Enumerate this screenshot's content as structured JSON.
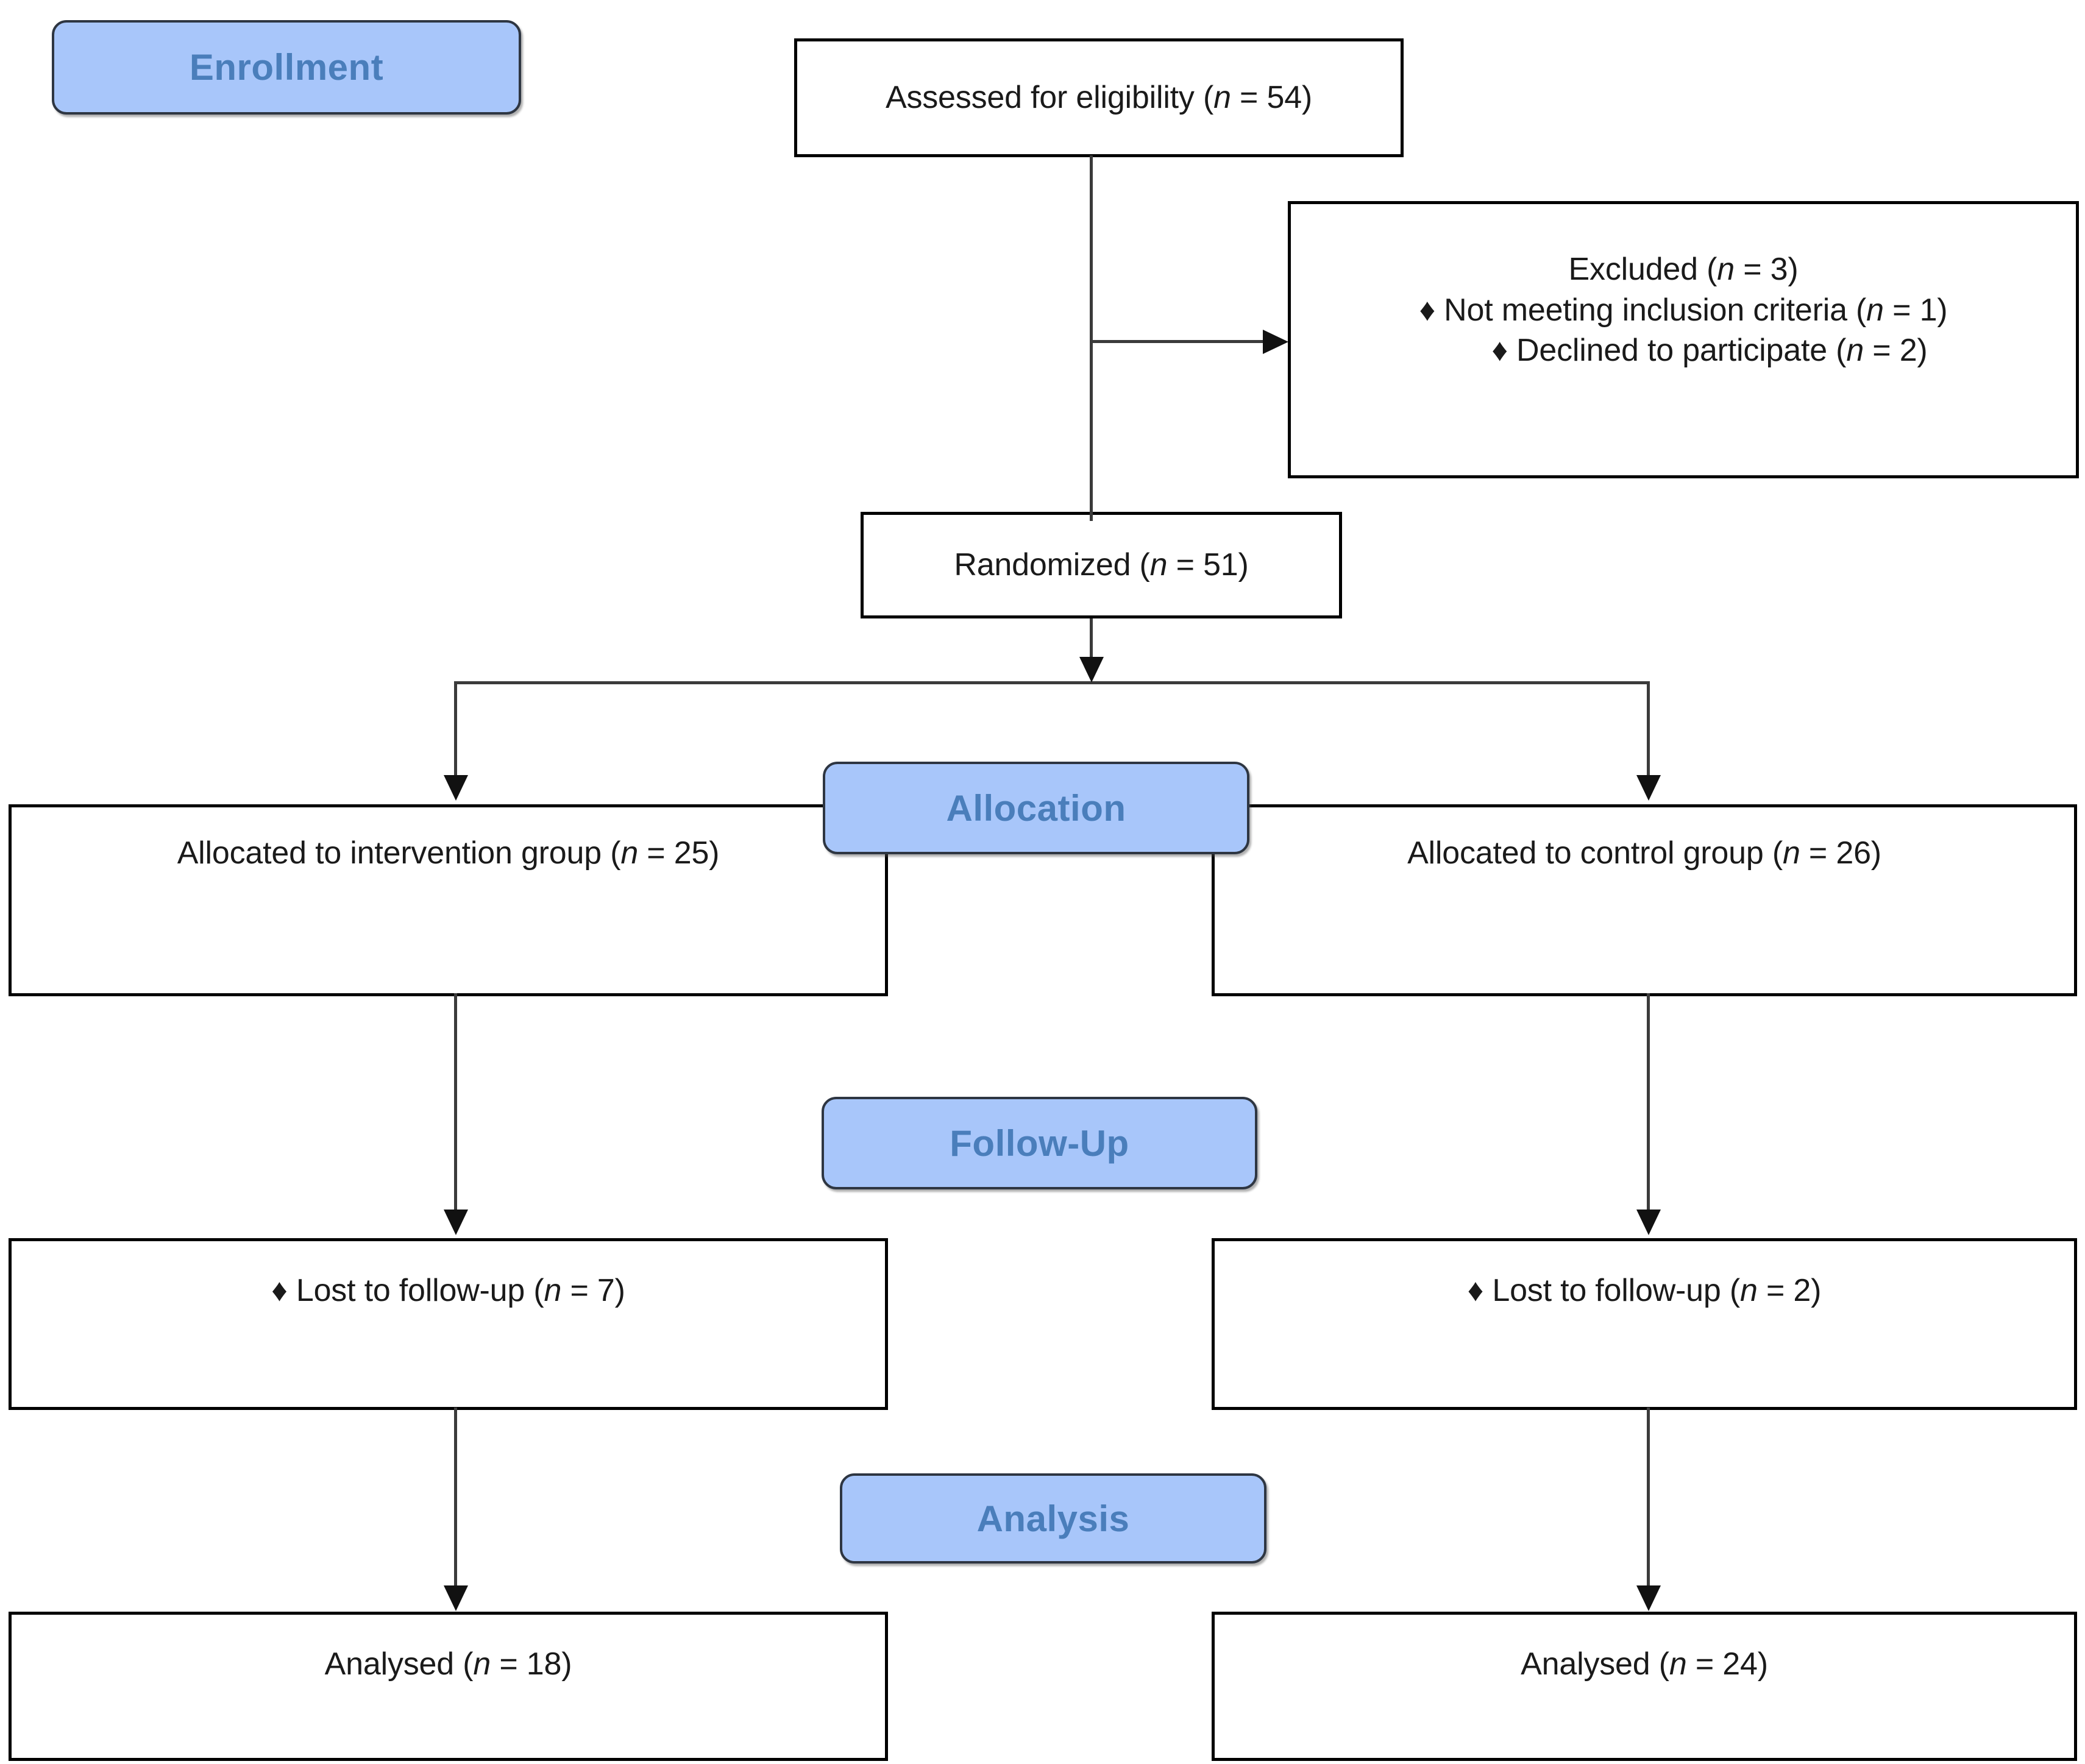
{
  "diagram": {
    "title": "CONSORT participant flow diagram",
    "accent_badge_fill": "#a8c6fa",
    "accent_badge_text": "#4a7ebb",
    "box_border": "#000000",
    "connector_color": "#3b3b3b"
  },
  "stages": {
    "enrollment": "Enrollment",
    "allocation": "Allocation",
    "followup": "Follow-Up",
    "analysis": "Analysis"
  },
  "nodes": {
    "assessed": {
      "line1_pre": "Assessed for eligibility (",
      "line1_n": "n",
      "line1_post": " = 54)"
    },
    "excluded": {
      "title_pre": "Excluded  (",
      "title_n": "n",
      "title_post": " = 3)",
      "item1_pre": "♦ Not meeting inclusion criteria (",
      "item1_n": "n",
      "item1_post": " = 1)",
      "item2_pre": "♦ Declined to participate (",
      "item2_n": "n",
      "item2_post": " = 2)"
    },
    "randomized": {
      "line1_pre": "Randomized (",
      "line1_n": "n",
      "line1_post": " = 51)"
    },
    "allocated_intervention": {
      "line1_pre": "Allocated to intervention group (",
      "line1_n": "n",
      "line1_post": " = 25)"
    },
    "allocated_control": {
      "line1_pre": "Allocated to control group (",
      "line1_n": "n",
      "line1_post": " = 26)"
    },
    "lost_intervention": {
      "line1_pre": "♦ Lost to follow-up  (",
      "line1_n": "n",
      "line1_post": " = 7)"
    },
    "lost_control": {
      "line1_pre": "♦ Lost to follow-up  (",
      "line1_n": "n",
      "line1_post": " = 2)"
    },
    "analysed_intervention": {
      "line1_pre": "Analysed  (",
      "line1_n": "n",
      "line1_post": " = 18)"
    },
    "analysed_control": {
      "line1_pre": "Analysed  (",
      "line1_n": "n",
      "line1_post": " = 24)"
    }
  },
  "chart_data": {
    "type": "diagram",
    "title": "CONSORT flow diagram",
    "nodes": [
      {
        "id": "assessed",
        "stage": "Enrollment",
        "label": "Assessed for eligibility",
        "n": 54
      },
      {
        "id": "excluded",
        "stage": "Enrollment",
        "label": "Excluded",
        "n": 3,
        "reasons": [
          {
            "label": "Not meeting inclusion criteria",
            "n": 1
          },
          {
            "label": "Declined to participate",
            "n": 2
          }
        ]
      },
      {
        "id": "randomized",
        "stage": "Enrollment",
        "label": "Randomized",
        "n": 51
      },
      {
        "id": "allocated_intervention",
        "stage": "Allocation",
        "label": "Allocated to intervention group",
        "n": 25
      },
      {
        "id": "allocated_control",
        "stage": "Allocation",
        "label": "Allocated to control group",
        "n": 26
      },
      {
        "id": "lost_intervention",
        "stage": "Follow-Up",
        "label": "Lost to follow-up",
        "n": 7
      },
      {
        "id": "lost_control",
        "stage": "Follow-Up",
        "label": "Lost to follow-up",
        "n": 2
      },
      {
        "id": "analysed_intervention",
        "stage": "Analysis",
        "label": "Analysed",
        "n": 18
      },
      {
        "id": "analysed_control",
        "stage": "Analysis",
        "label": "Analysed",
        "n": 24
      }
    ],
    "edges": [
      {
        "from": "assessed",
        "to": "excluded",
        "direction": "right"
      },
      {
        "from": "assessed",
        "to": "randomized",
        "direction": "down"
      },
      {
        "from": "randomized",
        "to": "allocated_intervention",
        "direction": "down-left"
      },
      {
        "from": "randomized",
        "to": "allocated_control",
        "direction": "down-right"
      },
      {
        "from": "allocated_intervention",
        "to": "lost_intervention",
        "direction": "down"
      },
      {
        "from": "allocated_control",
        "to": "lost_control",
        "direction": "down"
      },
      {
        "from": "lost_intervention",
        "to": "analysed_intervention",
        "direction": "down"
      },
      {
        "from": "lost_control",
        "to": "analysed_control",
        "direction": "down"
      }
    ]
  }
}
